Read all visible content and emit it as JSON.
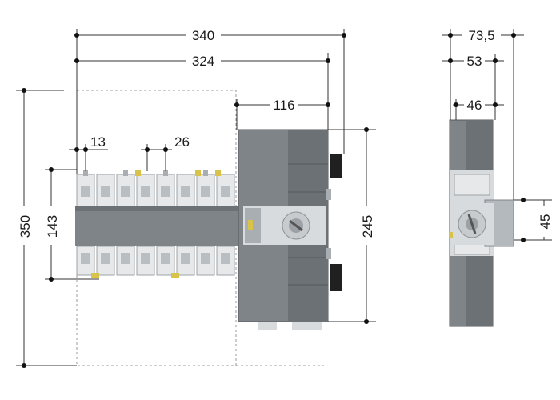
{
  "dimensions": {
    "total_width": "340",
    "inner_width": "324",
    "motor_width": "116",
    "pole_width": "13",
    "pole_pitch": "26",
    "height_total": "350",
    "height_poles": "143",
    "motor_height": "245",
    "side_total_depth": "73,5",
    "side_depth": "53",
    "side_body_depth": "46",
    "side_handle": "45"
  },
  "colors": {
    "body": "#7f8488",
    "body_dark": "#6c7175",
    "pole": "#e6e8ea",
    "accent_yellow": "#d9c24a",
    "dimension_line": "#333333",
    "dashed_outline": "#9a9a9a"
  }
}
